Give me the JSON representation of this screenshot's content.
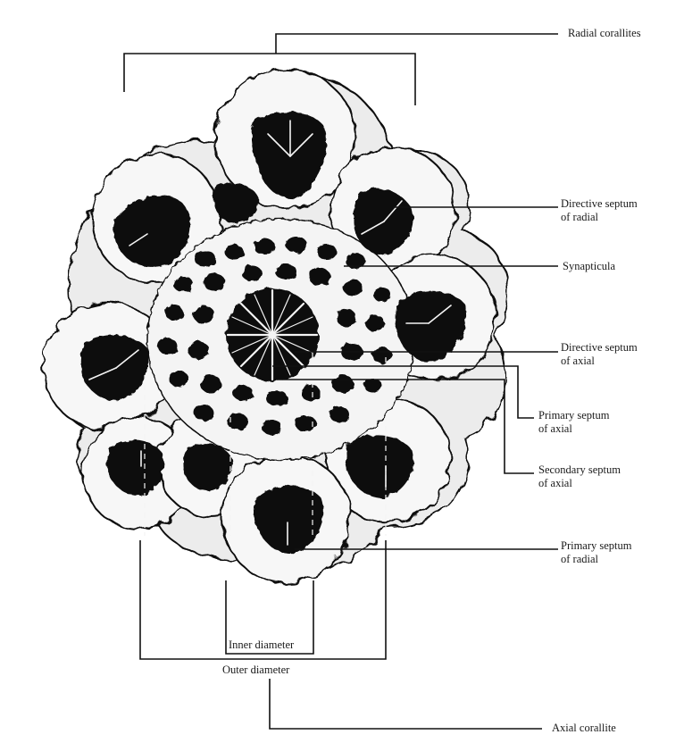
{
  "labels": {
    "radial_corallites": "Radial corallites",
    "directive_septum_radial": [
      "Directive septum",
      "of radial"
    ],
    "synapticula": "Synapticula",
    "directive_septum_axial": [
      "Directive septum",
      "of axial"
    ],
    "primary_septum_axial": [
      "Primary septum",
      "of axial"
    ],
    "secondary_septum_axial": [
      "Secondary septum",
      "of axial"
    ],
    "primary_septum_radial": [
      "Primary septum",
      "of radial"
    ],
    "inner_diameter": "Inner diameter",
    "outer_diameter": "Outer diameter",
    "axial_corallite": "Axial corallite"
  },
  "colors": {
    "ink": "#111111",
    "paper": "#ffffff",
    "skeleton": "#f2f2f2"
  }
}
